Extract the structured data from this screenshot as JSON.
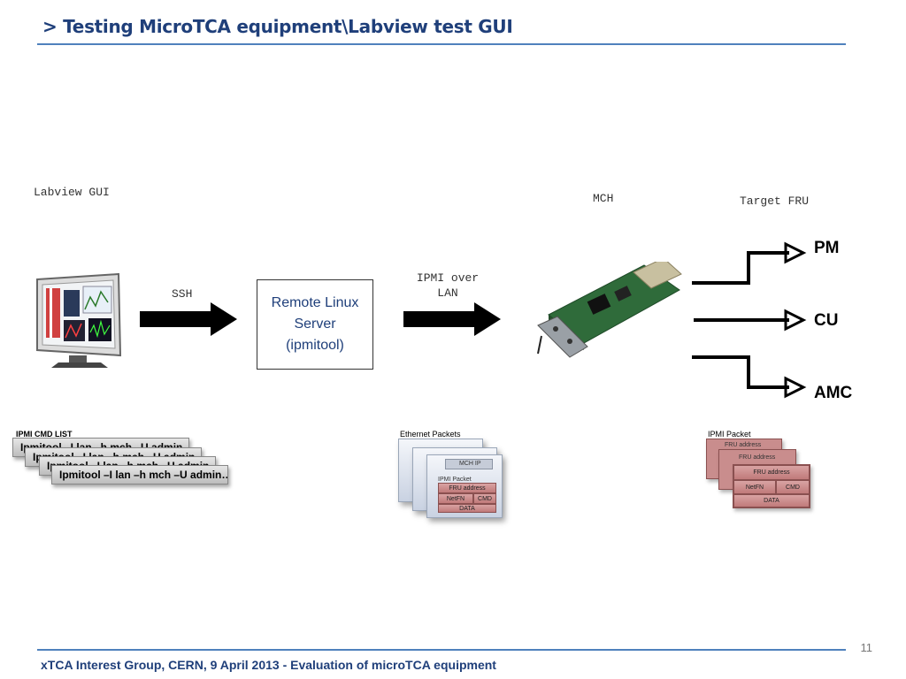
{
  "slide": {
    "title": "> Testing MicroTCA equipment\\Labview test GUI",
    "page_number": "11",
    "footer": "xTCA Interest Group, CERN, 9 April 2013 - Evaluation of microTCA equipment"
  },
  "diagram": {
    "labview_label": "Labview GUI",
    "mch_label": "MCH",
    "target_label": "Target FRU",
    "ssh_label": "SSH",
    "server_label": "Remote Linux\nServer\n(ipmitool)",
    "ipmi_lan_label": "IPMI over\nLAN",
    "targets": [
      "PM",
      "CU",
      "AMC"
    ]
  },
  "cmd_list": {
    "heading": "IPMI CMD LIST",
    "commands": [
      "Ipmitool –I lan –h mch –U admin…",
      "Ipmitool –I lan –h mch –U admin…",
      "Ipmitool –I lan –h mch –U admin…",
      "Ipmitool –I lan –h mch –U admin…"
    ]
  },
  "ethernet": {
    "heading": "Ethernet Packets",
    "mch_ip": "MCH IP",
    "ipmi_packet": "IPMI Packet",
    "fru_address": "FRU address",
    "netfn": "NetFN",
    "cmd": "CMD",
    "data": "DATA"
  },
  "ipmi": {
    "heading": "IPMI Packet",
    "fru_address": "FRU address",
    "netfn": "NetFN",
    "cmd": "CMD",
    "data": "DATA"
  },
  "colors": {
    "accent": "#1f3f7a",
    "rule": "#4f81bd",
    "packet_red": "#c98d8d"
  }
}
